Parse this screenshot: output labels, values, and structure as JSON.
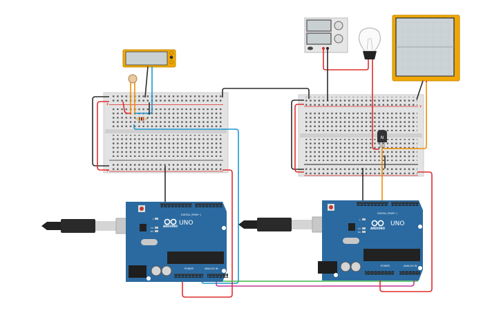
{
  "canvas": {
    "background": "#ffffff"
  },
  "colors": {
    "breadboard": "#e3e3e3",
    "arduino": "#2b6aa0",
    "wire_red": "#e02b2b",
    "wire_black": "#2a2a2a",
    "wire_blue": "#1b95d1",
    "wire_green": "#3db54a",
    "wire_magenta": "#c2338f",
    "wire_orange": "#f08c00",
    "instrument_frame": "#f0a800"
  },
  "components": {
    "arduino_left": {
      "brand": "ARDUINO",
      "model": "UNO",
      "digital_label": "DIGITAL (PWM~)",
      "power_label": "POWER",
      "analog_label": "ANALOG IN",
      "led_l": "L",
      "led_tx": "TX",
      "led_rx": "RX"
    },
    "arduino_right": {
      "brand": "ARDUINO",
      "model": "UNO",
      "digital_label": "DIGITAL (PWM~)",
      "power_label": "POWER",
      "analog_label": "ANALOG IN",
      "led_l": "L",
      "led_tx": "TX",
      "led_rx": "RX"
    },
    "transistor": {
      "label": "N"
    },
    "breadboard_rail_plus": "+",
    "breadboard_rail_minus": "−",
    "multimeter": {
      "icon": "multimeter"
    },
    "photoresistor": {
      "icon": "photoresistor"
    },
    "resistor": {
      "icon": "resistor"
    },
    "power_supply": {
      "icon": "dc-power-supply"
    },
    "light_bulb": {
      "icon": "light-bulb"
    },
    "oscilloscope": {
      "icon": "oscilloscope"
    }
  }
}
